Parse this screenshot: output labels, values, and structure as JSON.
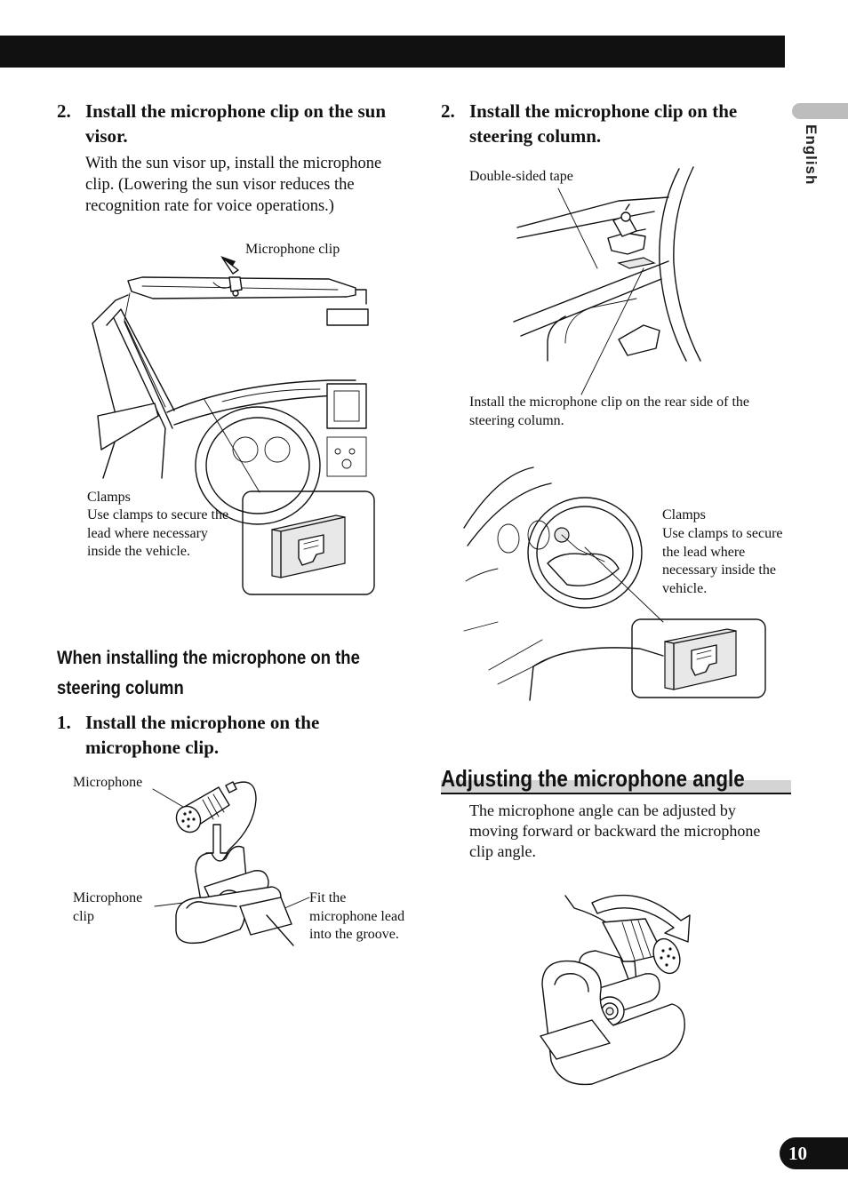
{
  "header": {
    "side_label": "English",
    "page_number": "10"
  },
  "left_column": {
    "step_sun_visor": {
      "number": "2.",
      "title": "Install the microphone clip on the sun visor.",
      "body": "With the sun visor up, install the microphone clip. (Lowering the sun visor reduces the recognition rate for voice operations.)"
    },
    "fig_sun_visor": {
      "label_mic_clip": "Microphone clip",
      "label_clamps": "Clamps",
      "label_clamps_desc": "Use clamps to secure the lead where necessary inside the vehicle."
    },
    "section_heading": "When installing the microphone on the steering column",
    "step_mic_on_clip": {
      "number": "1.",
      "title": "Install the microphone on the microphone clip."
    },
    "fig_mic_clip": {
      "label_microphone": "Microphone",
      "label_mic_clip": "Microphone clip",
      "label_fit": "Fit the microphone lead into the groove."
    }
  },
  "right_column": {
    "step_steering": {
      "number": "2.",
      "title": "Install the microphone clip on the steering column."
    },
    "fig_steering": {
      "label_tape": "Double-sided tape",
      "label_install": "Install the microphone clip on the rear side of the steering column."
    },
    "fig_clamps": {
      "label_clamps": "Clamps",
      "label_clamps_desc": "Use clamps to secure the lead where necessary inside the vehicle."
    },
    "section_heading": "Adjusting the microphone angle",
    "section_body": "The microphone angle can be adjusted by moving forward or backward the microphone clip angle."
  }
}
